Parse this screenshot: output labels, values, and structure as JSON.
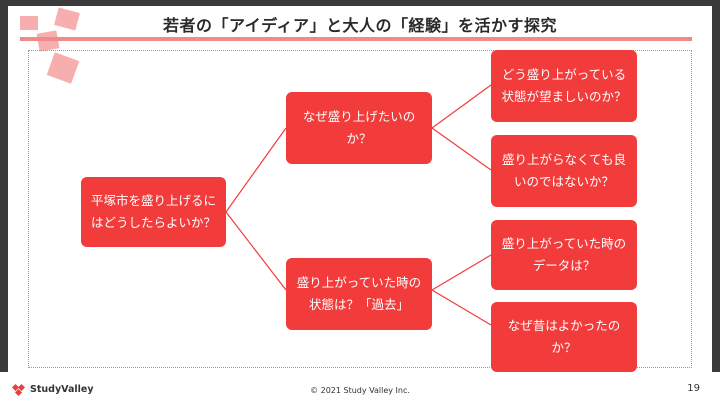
{
  "slide": {
    "title": "若者の「アイディア」と大人の「経験」を活かす探究",
    "page_number": "19",
    "copyright": "© 2021 Study Valley Inc.",
    "brand": "StudyValley"
  },
  "tree": {
    "root": {
      "line1": "平塚市を盛り上げるに",
      "line2": "はどうしたらよいか？"
    },
    "branches": [
      {
        "line1": "なぜ盛り上げたいの",
        "line2": "か？",
        "children": [
          {
            "line1": "どう盛り上がっている",
            "line2": "状態が望ましいのか？"
          },
          {
            "line1": "盛り上がらなくても良",
            "line2": "いのではないか？"
          }
        ]
      },
      {
        "line1": "盛り上がっていた時の",
        "line2": "状態は？「過去」",
        "children": [
          {
            "line1": "盛り上がっていた時の",
            "line2": "データは？"
          },
          {
            "line1": "なぜ昔はよかったの",
            "line2": "か？"
          }
        ]
      }
    ]
  },
  "colors": {
    "node": "#f23b3b",
    "accent": "#f08a8a",
    "line": "#f23b3b"
  }
}
